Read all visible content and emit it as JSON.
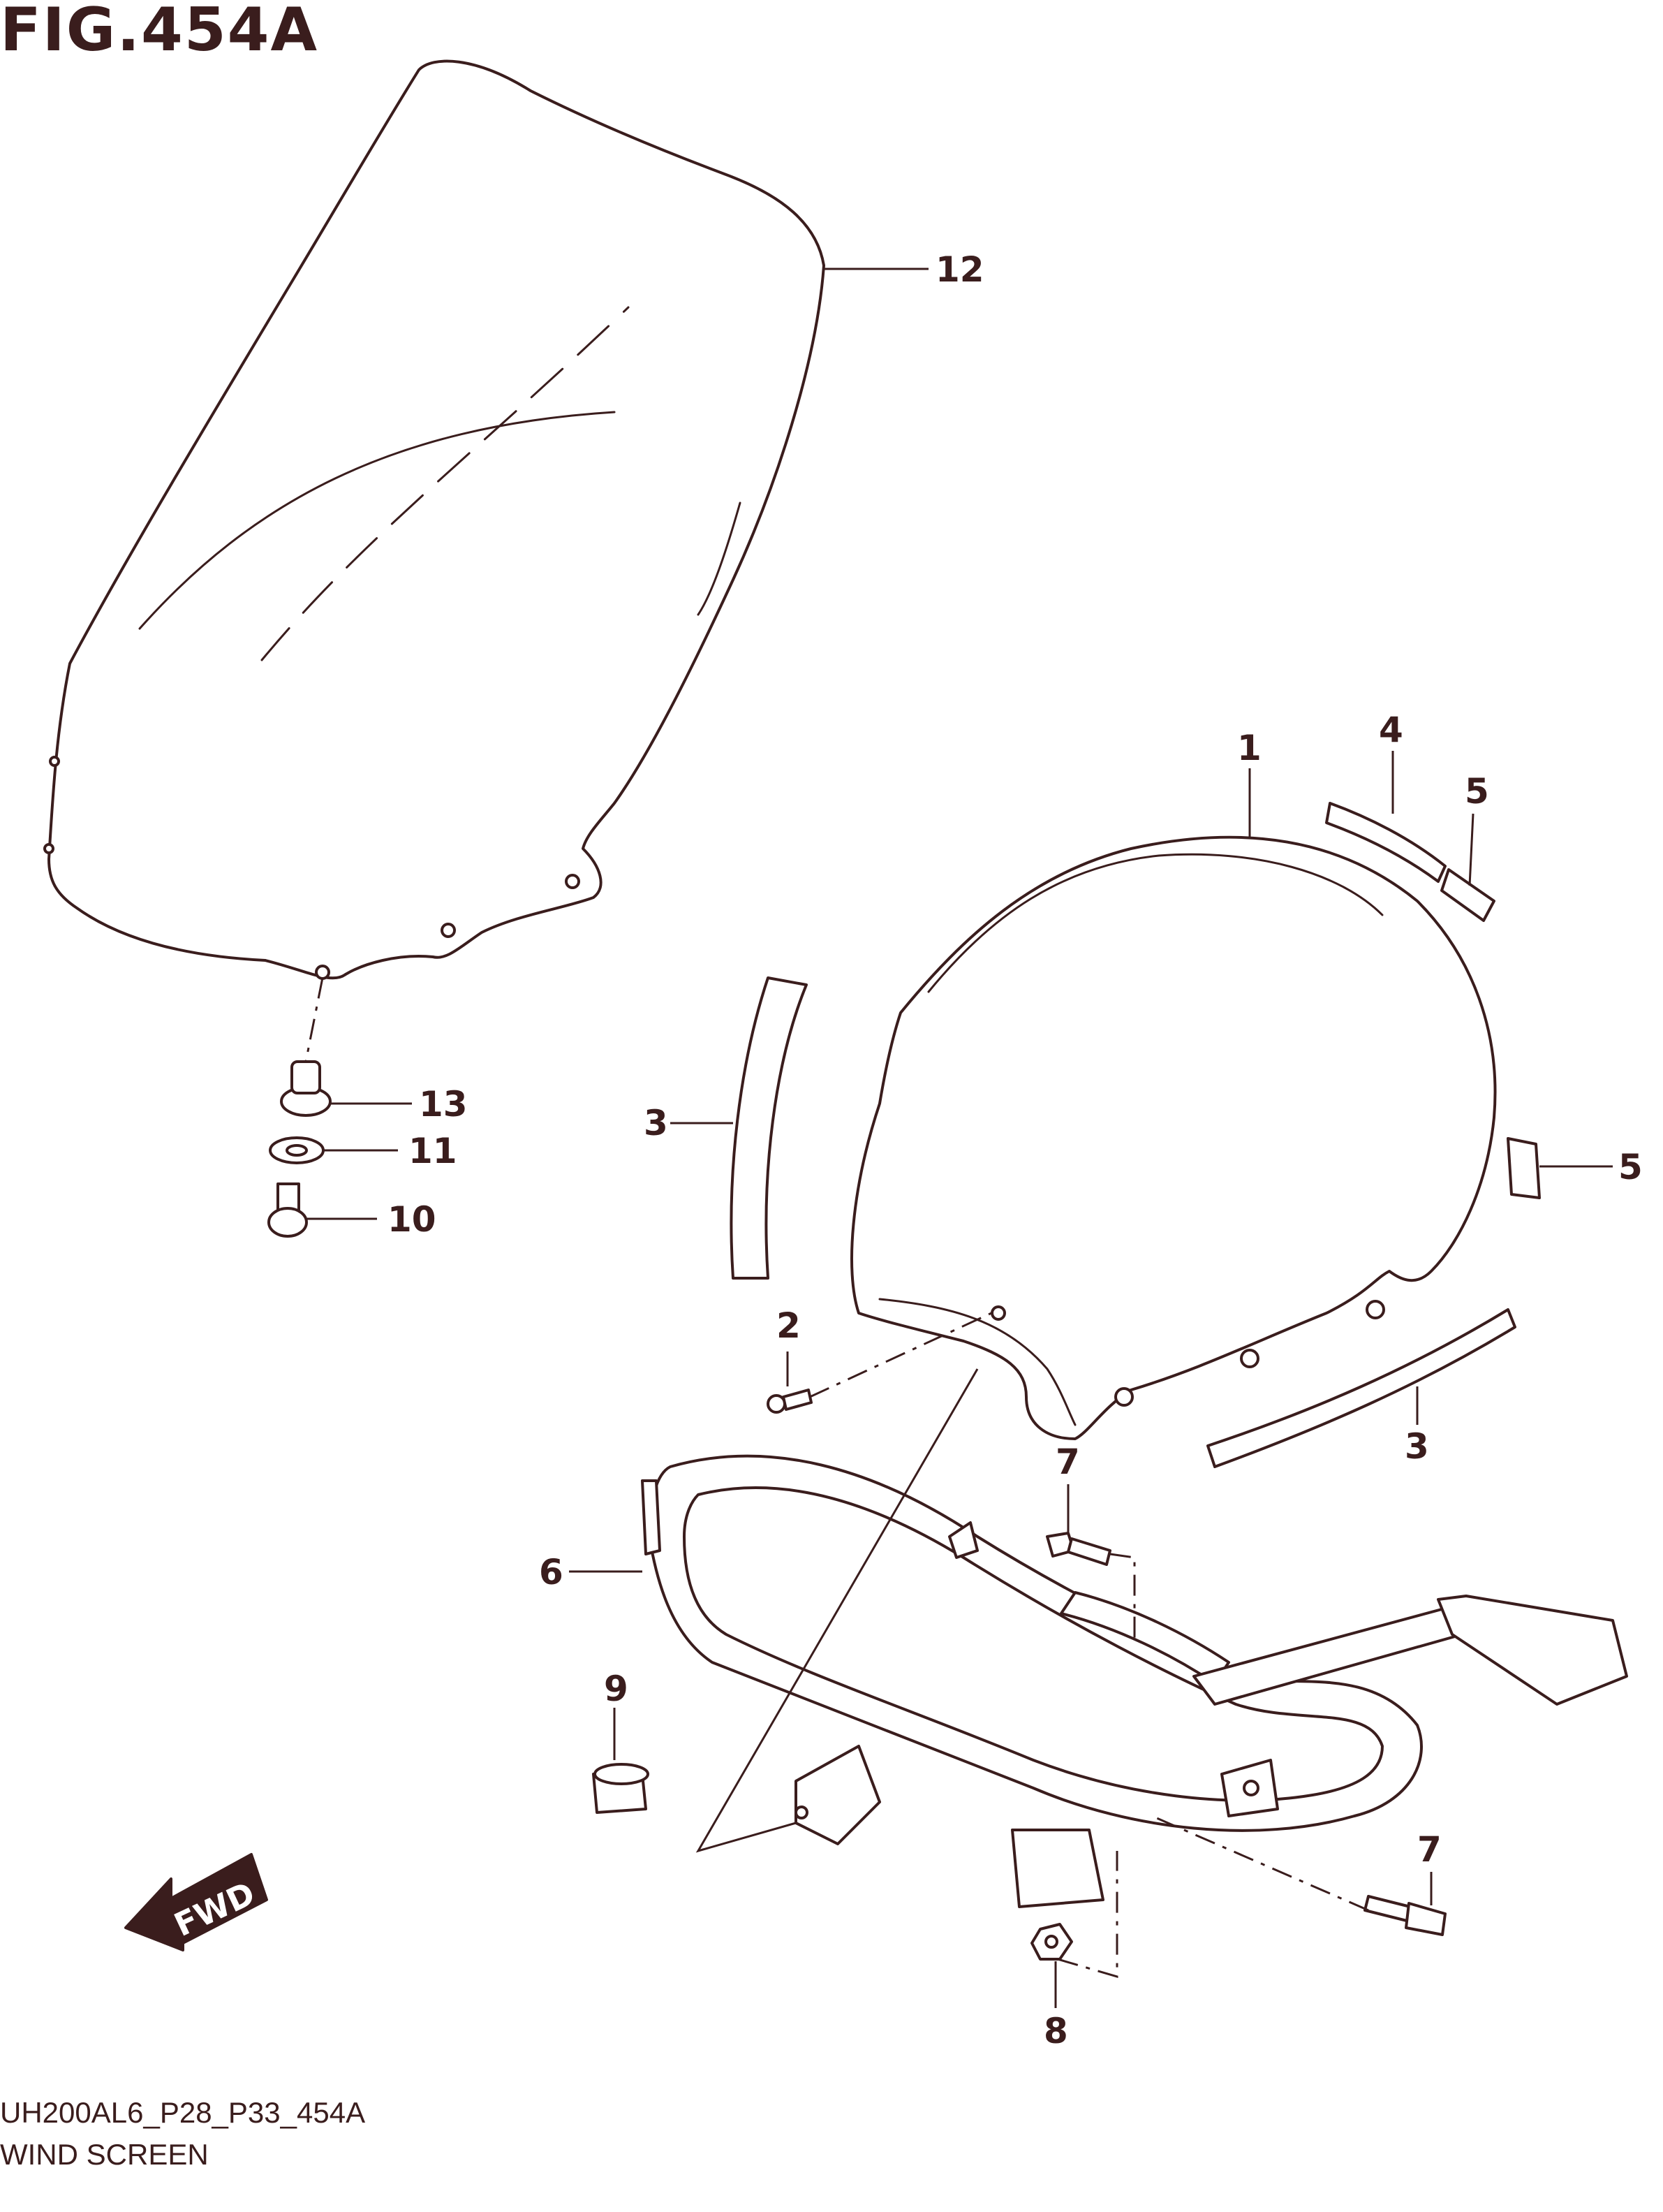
{
  "figure": {
    "title": "FIG.454A",
    "code": "UH200AL6_P28_P33_454A",
    "name": "WIND SCREEN"
  },
  "callouts": [
    {
      "id": "c1",
      "label": "1"
    },
    {
      "id": "c2",
      "label": "2"
    },
    {
      "id": "c3a",
      "label": "3"
    },
    {
      "id": "c3b",
      "label": "3"
    },
    {
      "id": "c4",
      "label": "4"
    },
    {
      "id": "c5a",
      "label": "5"
    },
    {
      "id": "c5b",
      "label": "5"
    },
    {
      "id": "c6",
      "label": "6"
    },
    {
      "id": "c7a",
      "label": "7"
    },
    {
      "id": "c7b",
      "label": "7"
    },
    {
      "id": "c8",
      "label": "8"
    },
    {
      "id": "c9",
      "label": "9"
    },
    {
      "id": "c10",
      "label": "10"
    },
    {
      "id": "c11",
      "label": "11"
    },
    {
      "id": "c12",
      "label": "12"
    },
    {
      "id": "c13",
      "label": "13"
    }
  ],
  "fwd_arrow": {
    "label": "FWD"
  },
  "colors": {
    "ink": "#3a1d1d",
    "background": "#ffffff"
  }
}
